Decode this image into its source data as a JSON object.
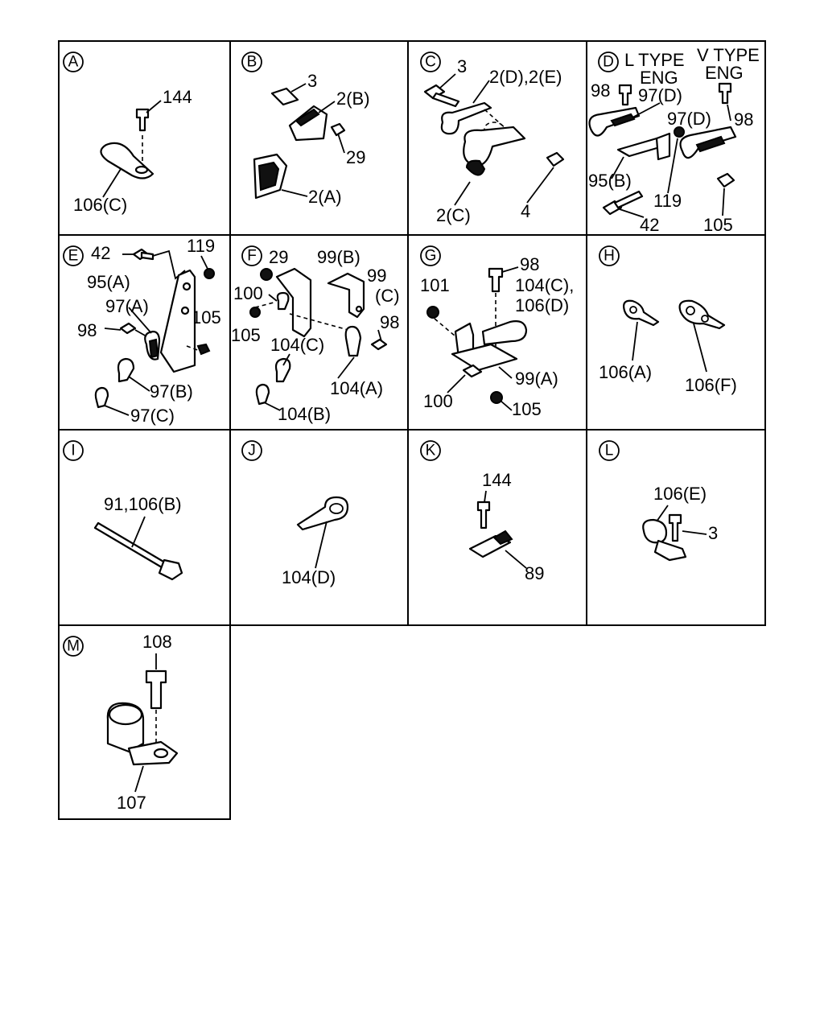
{
  "panels": [
    {
      "id": "A",
      "labels": [
        "144",
        "106(C)"
      ]
    },
    {
      "id": "B",
      "labels": [
        "3",
        "2(B)",
        "29",
        "2(A)"
      ]
    },
    {
      "id": "C",
      "labels": [
        "3",
        "2(D),2(E)",
        "2(C)",
        "4"
      ]
    },
    {
      "id": "D",
      "labels": [
        "L TYPE",
        "ENG",
        "V TYPE",
        "ENG",
        "98",
        "97(D)",
        "97(D)",
        "98",
        "95(B)",
        "119",
        "42",
        "105"
      ]
    },
    {
      "id": "E",
      "labels": [
        "42",
        "119",
        "95(A)",
        "97(A)",
        "105",
        "98",
        "97(B)",
        "97(C)"
      ]
    },
    {
      "id": "F",
      "labels": [
        "29",
        "99(B)",
        "99",
        "(C)",
        "100",
        "105",
        "98",
        "104(C)",
        "104(A)",
        "104(B)"
      ]
    },
    {
      "id": "G",
      "labels": [
        "98",
        "101",
        "104(C),",
        "106(D)",
        "99(A)",
        "100",
        "105"
      ]
    },
    {
      "id": "H",
      "labels": [
        "106(A)",
        "106(F)"
      ]
    },
    {
      "id": "I",
      "labels": [
        "91,106(B)"
      ]
    },
    {
      "id": "J",
      "labels": [
        "104(D)"
      ]
    },
    {
      "id": "K",
      "labels": [
        "144",
        "89"
      ]
    },
    {
      "id": "L",
      "labels": [
        "106(E)",
        "3"
      ]
    },
    {
      "id": "M",
      "labels": [
        "108",
        "107"
      ]
    }
  ]
}
